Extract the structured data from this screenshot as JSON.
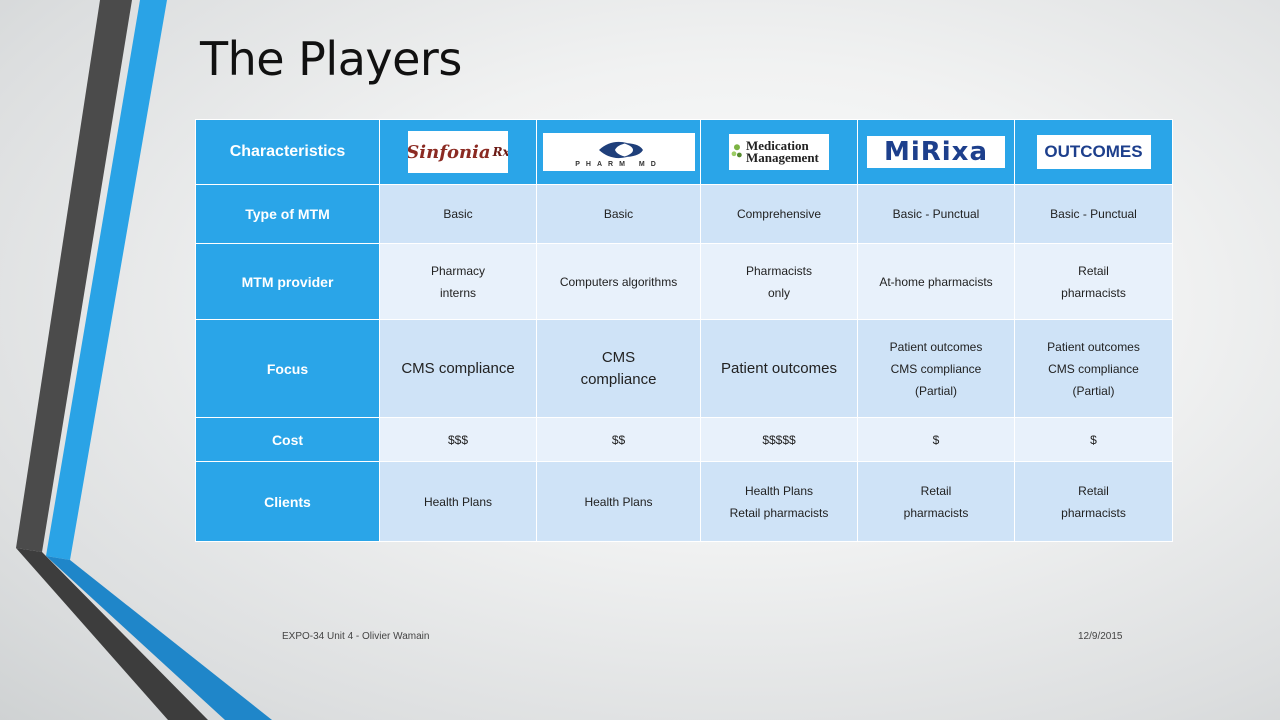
{
  "slide": {
    "title": "The Players",
    "footer_left": "EXPO-34 Unit 4 - Olivier Wamain",
    "footer_right": "12/9/2015"
  },
  "colors": {
    "header_blue": "#2aa5e8",
    "row_light": "#e8f1fb",
    "row_mid": "#cfe3f7",
    "accent_bar_light": "#29a3e6",
    "accent_bar_dark": "#4a4a4a"
  },
  "table": {
    "header_label": "Characteristics",
    "logos": [
      {
        "icon": "sinfonia-rx-logo",
        "text": "Sinfonia",
        "mark": "Rx"
      },
      {
        "icon": "pharm-md-logo",
        "text": "PHARM MD"
      },
      {
        "icon": "medication-management-logo",
        "text": "Medication Management"
      },
      {
        "icon": "mirixa-logo",
        "text": "MiRixa"
      },
      {
        "icon": "outcomes-logo",
        "text": "OUTCOMES"
      }
    ],
    "rows": [
      {
        "label": "Type of MTM",
        "cells": [
          "Basic",
          "Basic",
          "Comprehensive",
          "Basic - Punctual",
          "Basic - Punctual"
        ]
      },
      {
        "label": "MTM provider",
        "cells": [
          "Pharmacy\ninterns",
          "Computers algorithms",
          "Pharmacists\nonly",
          "At-home pharmacists",
          "Retail\npharmacists"
        ]
      },
      {
        "label": "Focus",
        "cells": [
          "CMS compliance",
          "CMS\ncompliance",
          "Patient outcomes",
          "Patient outcomes\nCMS compliance\n(Partial)",
          "Patient outcomes\nCMS compliance\n(Partial)"
        ]
      },
      {
        "label": "Cost",
        "cells": [
          "$$$",
          "$$",
          "$$$$$",
          "$",
          "$"
        ]
      },
      {
        "label": "Clients",
        "cells": [
          "Health Plans",
          "Health Plans",
          "Health Plans\nRetail pharmacists",
          "Retail\npharmacists",
          "Retail\npharmacists"
        ]
      }
    ]
  }
}
